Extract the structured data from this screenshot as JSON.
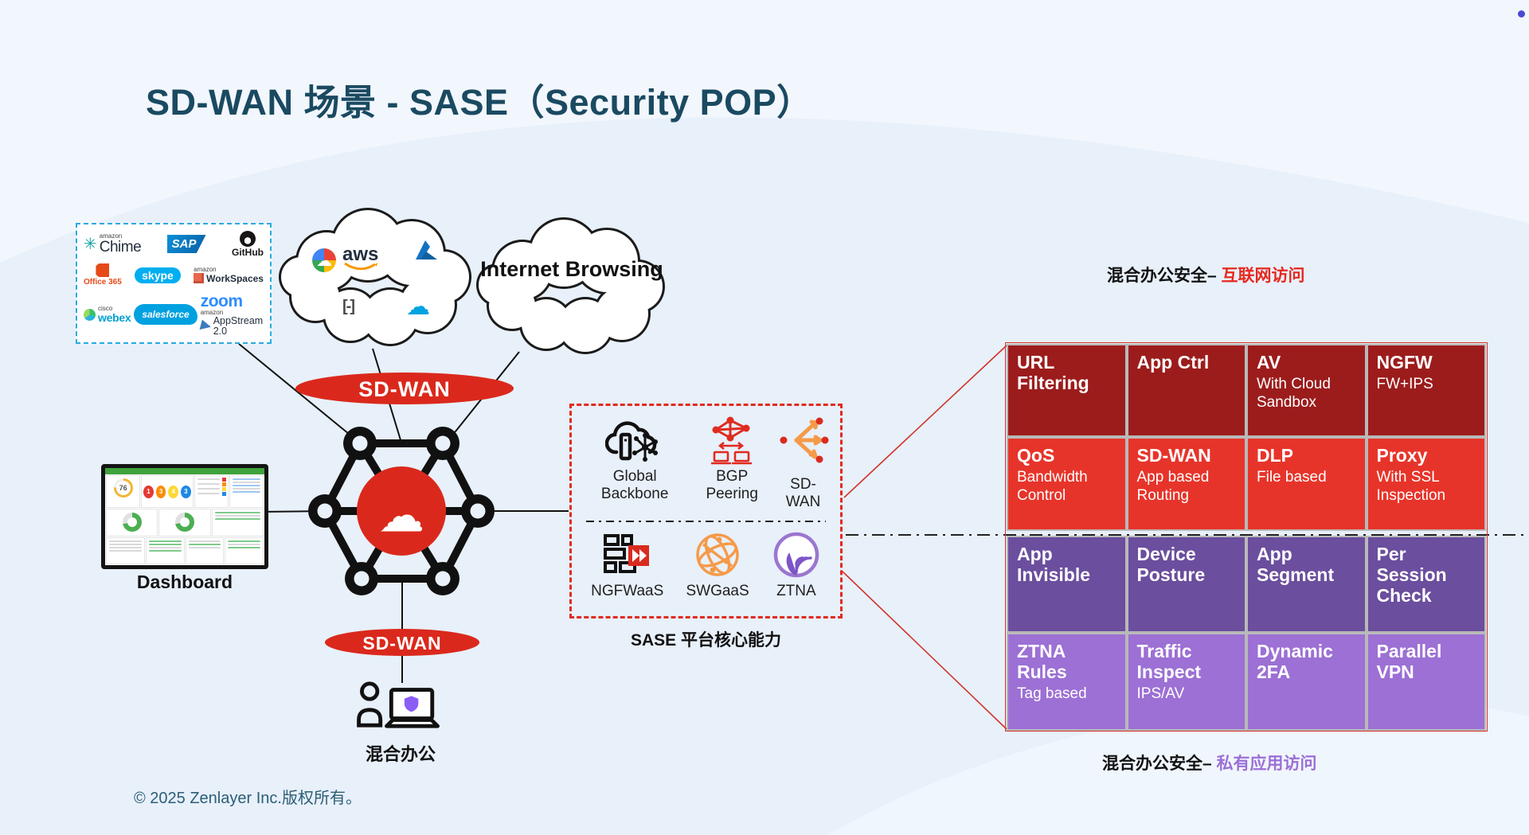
{
  "title": "SD-WAN 场景 - SASE（Security POP）",
  "footer": "© 2025 Zenlayer Inc.版权所有。",
  "icons": {
    "cloud_glyph": "☁",
    "gcloud_glyph": "☁",
    "tencent_glyph": "☁",
    "alibaba_glyph": "[-]"
  },
  "saas": {
    "chime_brand": "amazon",
    "chime": "Chime",
    "sap": "SAP",
    "github": "GitHub",
    "office": "Office 365",
    "skype": "skype",
    "workspaces_brand": "amazon",
    "workspaces": "WorkSpaces",
    "webex_brand": "cisco",
    "webex": "webex",
    "salesforce": "salesforce",
    "zoom": "zoom",
    "appstream_brand": "amazon",
    "appstream": "AppStream 2.0"
  },
  "iaas": {
    "aws_label": "aws"
  },
  "internet": {
    "label": "Internet Browsing"
  },
  "sdwan_top": "SD-WAN",
  "sdwan_bottom": "SD-WAN",
  "dashboard": {
    "label": "Dashboard",
    "gauge_value": "76",
    "counts": [
      "1",
      "3",
      "4",
      "3"
    ]
  },
  "hybrid_office_label": "混合办公",
  "sase": {
    "row1": [
      {
        "label": "Global Backbone"
      },
      {
        "label": "BGP Peering"
      },
      {
        "label": "SD-WAN"
      }
    ],
    "row2": [
      {
        "label": "NGFWaaS"
      },
      {
        "label": "SWGaaS"
      },
      {
        "label": "ZTNA"
      }
    ],
    "caption": "SASE 平台核心能力"
  },
  "caption_internet": {
    "prefix": "混合办公安全–",
    "highlight": "互联网访问"
  },
  "caption_private": {
    "prefix": "混合办公安全–",
    "highlight": "私有应用访问"
  },
  "internet_table": {
    "rows": [
      [
        {
          "title": "URL Filtering",
          "sub": ""
        },
        {
          "title": "App Ctrl",
          "sub": ""
        },
        {
          "title": "AV",
          "sub": "With Cloud Sandbox"
        },
        {
          "title": "NGFW",
          "sub": "FW+IPS"
        }
      ],
      [
        {
          "title": "QoS",
          "sub": "Bandwidth Control"
        },
        {
          "title": "SD-WAN",
          "sub": "App based Routing"
        },
        {
          "title": "DLP",
          "sub": "File based"
        },
        {
          "title": "Proxy",
          "sub": "With SSL Inspection"
        }
      ]
    ]
  },
  "private_table": {
    "rows": [
      [
        {
          "title": "App Invisible",
          "sub": ""
        },
        {
          "title": "Device Posture",
          "sub": ""
        },
        {
          "title": "App Segment",
          "sub": ""
        },
        {
          "title": "Per Session Check",
          "sub": ""
        }
      ],
      [
        {
          "title": "ZTNA Rules",
          "sub": "Tag based"
        },
        {
          "title": "Traffic Inspect",
          "sub": "IPS/AV"
        },
        {
          "title": "Dynamic 2FA",
          "sub": ""
        },
        {
          "title": "Parallel VPN",
          "sub": ""
        }
      ]
    ]
  },
  "colors": {
    "brand_red": "#da291c",
    "dark_red_cell": "#9c1c1c",
    "bright_red_cell": "#e7342a",
    "dark_purple_cell": "#6b4e9d",
    "light_purple_cell": "#9c70d4",
    "highlight_red": "#e8281e",
    "highlight_purple": "#9b6fd6",
    "dashed_cyan": "#29abe2",
    "icon_orange": "#f59a48",
    "icon_purple": "#7d55c7",
    "title_teal": "#1a4a61"
  }
}
